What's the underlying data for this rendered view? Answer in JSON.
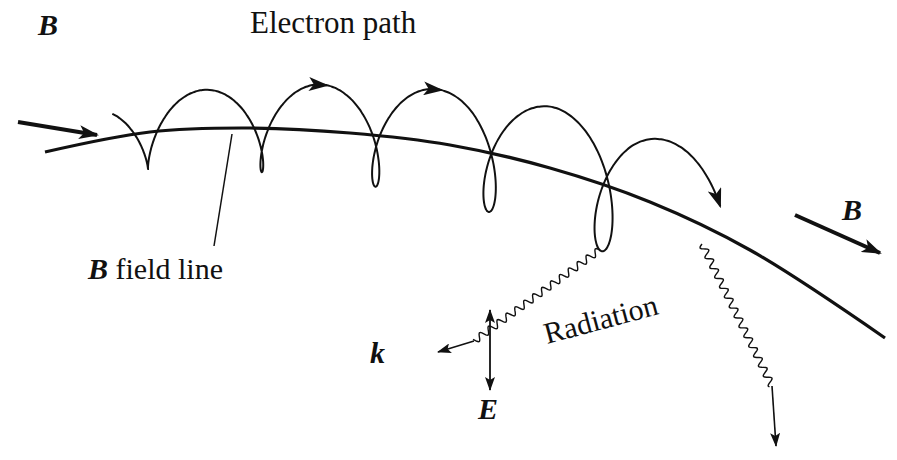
{
  "diagram": {
    "labels": [
      "Electron path",
      "B",
      "B",
      "B field line",
      "k",
      "E",
      "Radiation"
    ]
  }
}
